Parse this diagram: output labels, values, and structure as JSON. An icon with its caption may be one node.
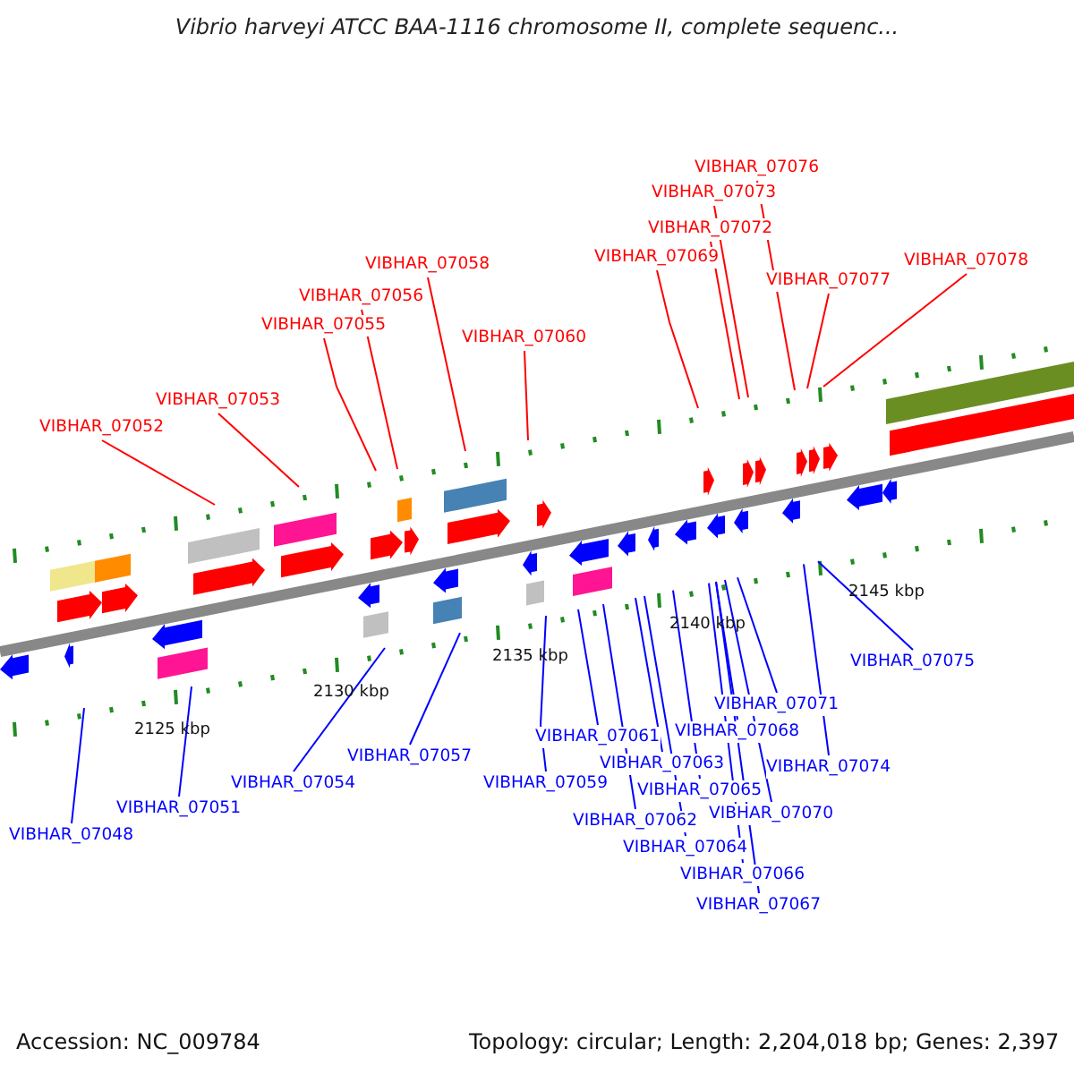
{
  "diagram": {
    "title": "Vibrio harveyi ATCC BAA-1116 chromosome II, complete sequenc...",
    "nodes": [
      {
        "text": [
          "VIBHAR_07076"
        ]
      },
      {
        "text": [
          "VIBHAR_07073"
        ]
      },
      {
        "text": [
          "VIBHAR_07072"
        ]
      },
      {
        "text": [
          "VIBHAR_07069"
        ]
      },
      {
        "text": [
          "VIBHAR_07078"
        ]
      },
      {
        "text": [
          "VIBHAR_07058"
        ]
      },
      {
        "text": [
          "VIBHAR_07077"
        ]
      },
      {
        "text": [
          "VIBHAR_07056"
        ]
      },
      {
        "text": [
          "VIBHAR_07055"
        ]
      },
      {
        "text": [
          "VIBHAR_07060"
        ]
      },
      {
        "text": [
          "VIBHAR_07053"
        ]
      },
      {
        "text": [
          "VIBHAR_07052"
        ]
      },
      {
        "text": [
          "VIBHAR_07075"
        ]
      },
      {
        "text": [
          "VIBHAR_07071"
        ]
      },
      {
        "text": [
          "VIBHAR_07068"
        ]
      },
      {
        "text": [
          "VIBHAR_07061"
        ]
      },
      {
        "text": [
          "VIBHAR_07057"
        ]
      },
      {
        "text": [
          "VIBHAR_07063"
        ]
      },
      {
        "text": [
          "VIBHAR_07074"
        ]
      },
      {
        "text": [
          "VIBHAR_07059"
        ]
      },
      {
        "text": [
          "VIBHAR_07054"
        ]
      },
      {
        "text": [
          "VIBHAR_07065"
        ]
      },
      {
        "text": [
          "VIBHAR_07051"
        ]
      },
      {
        "text": [
          "VIBHAR_07070"
        ]
      },
      {
        "text": [
          "VIBHAR_07062"
        ]
      },
      {
        "text": [
          "VIBHAR_07048"
        ]
      },
      {
        "text": [
          "VIBHAR_07064"
        ]
      },
      {
        "text": [
          "VIBHAR_07066"
        ]
      },
      {
        "text": [
          "VIBHAR_07067"
        ]
      }
    ],
    "edges": [
      {
        "from": 0,
        "to": null,
        "arrow": "none",
        "color": "#ff0000"
      },
      {
        "from": 1,
        "to": null,
        "arrow": "none",
        "color": "#ff0000"
      },
      {
        "from": 2,
        "to": null,
        "arrow": "none",
        "color": "#ff0000"
      },
      {
        "from": 3,
        "to": null,
        "arrow": "none",
        "color": "#ff0000"
      },
      {
        "from": 4,
        "to": null,
        "arrow": "none",
        "color": "#ff0000"
      },
      {
        "from": 5,
        "to": null,
        "arrow": "none",
        "color": "#ff0000"
      },
      {
        "from": 6,
        "to": null,
        "arrow": "none",
        "color": "#ff0000"
      },
      {
        "from": 7,
        "to": null,
        "arrow": "none",
        "color": "#ff0000"
      },
      {
        "from": 8,
        "to": null,
        "arrow": "none",
        "color": "#ff0000"
      },
      {
        "from": 9,
        "to": null,
        "arrow": "none",
        "color": "#ff0000"
      },
      {
        "from": 10,
        "to": null,
        "arrow": "none",
        "color": "#ff0000"
      },
      {
        "from": 11,
        "to": null,
        "arrow": "none",
        "color": "#ff0000"
      },
      {
        "from": 12,
        "to": null,
        "arrow": "none"
      },
      {
        "from": 13,
        "to": null,
        "arrow": "none"
      },
      {
        "from": 14,
        "to": null,
        "arrow": "none"
      },
      {
        "from": 15,
        "to": null,
        "arrow": "none"
      },
      {
        "from": 16,
        "to": null,
        "arrow": "none"
      },
      {
        "from": 17,
        "to": null,
        "arrow": "none"
      },
      {
        "from": 18,
        "to": null,
        "arrow": "none"
      },
      {
        "from": 19,
        "to": null,
        "arrow": "none"
      },
      {
        "from": 20,
        "to": null,
        "arrow": "none"
      },
      {
        "from": 21,
        "to": null,
        "arrow": "none"
      },
      {
        "from": 22,
        "to": null,
        "arrow": "none"
      },
      {
        "from": 23,
        "to": null,
        "arrow": "none"
      },
      {
        "from": 24,
        "to": null,
        "arrow": "none"
      },
      {
        "from": 25,
        "to": null,
        "arrow": "none"
      },
      {
        "from": 26,
        "to": null,
        "arrow": "none"
      },
      {
        "from": 27,
        "to": null,
        "arrow": "none"
      },
      {
        "from": 28,
        "to": null,
        "arrow": "none"
      }
    ],
    "labels": [
      "2145 kbp",
      "2140 kbp",
      "2135 kbp",
      "2130 kbp",
      "2125 kbp",
      "Accession: NC_009784",
      "Topology: circular; Length: 2,204,018 bp; Genes: 2,397"
    ]
  }
}
